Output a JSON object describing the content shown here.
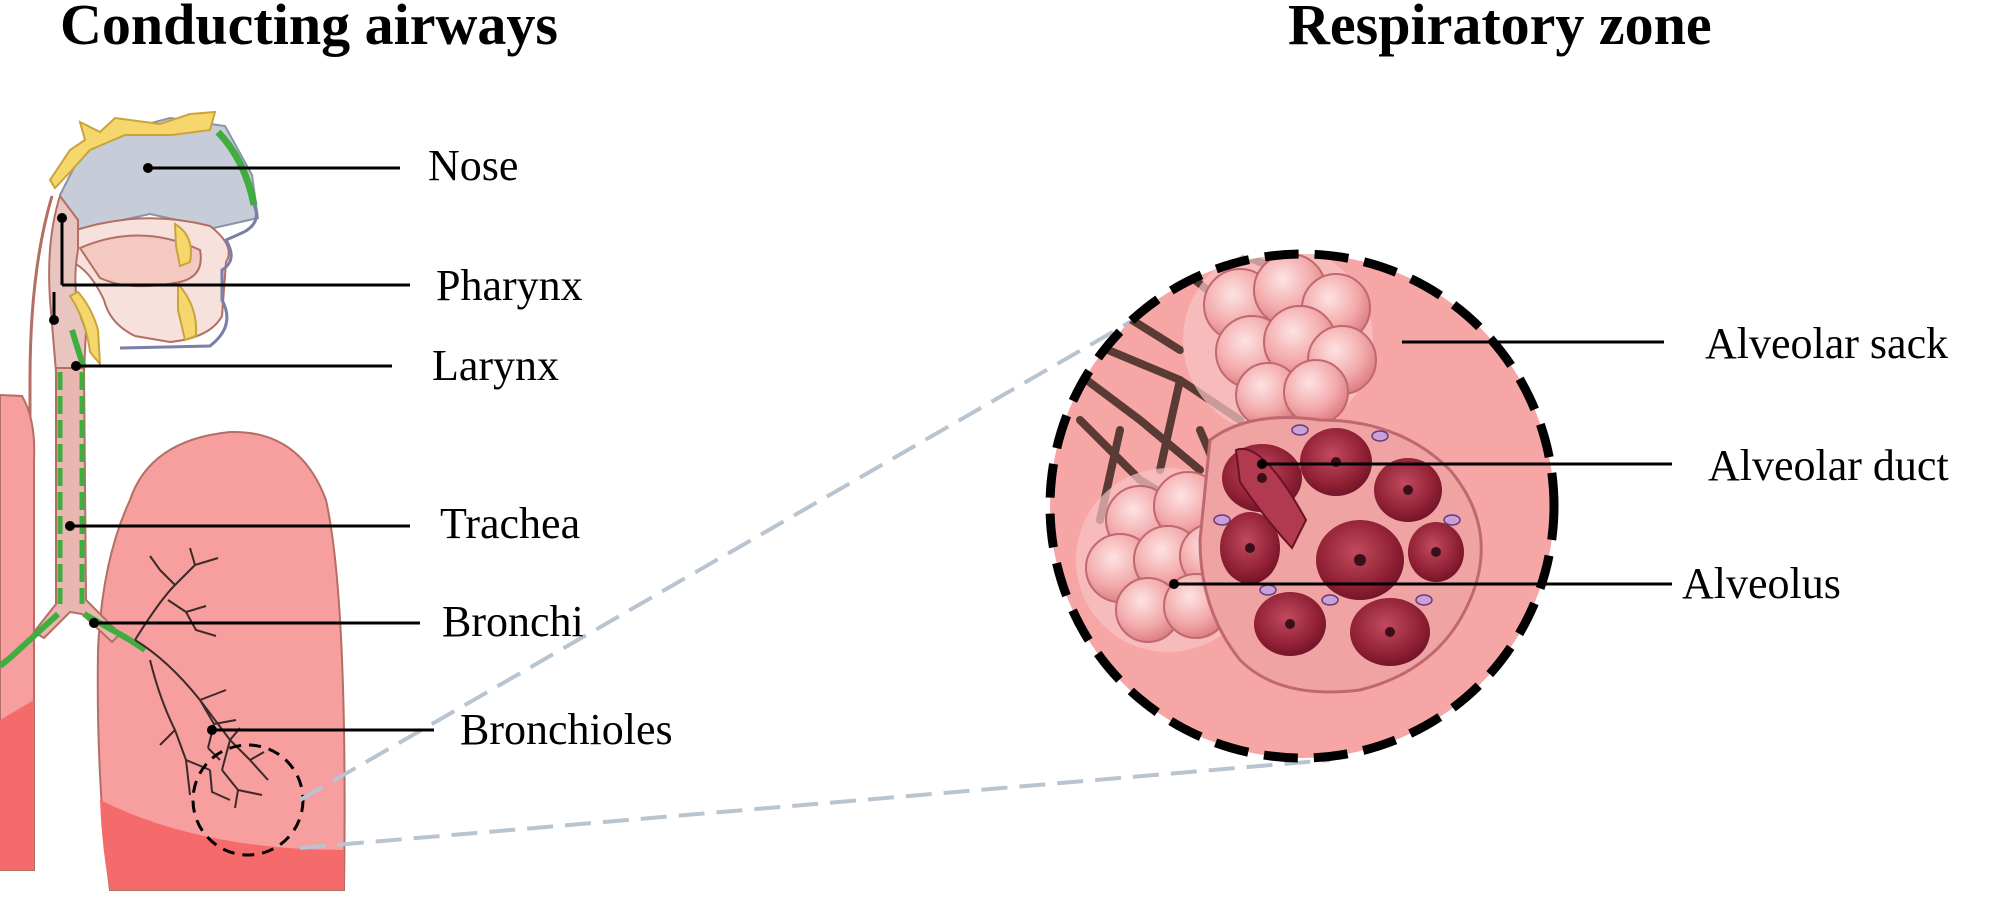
{
  "titles": {
    "left": "Conducting airways",
    "right": "Respiratory zone"
  },
  "labels": {
    "nose": "Nose",
    "pharynx": "Pharynx",
    "larynx": "Larynx",
    "trachea": "Trachea",
    "bronchi": "Bronchi",
    "bronchioles": "Bronchioles",
    "alveolar_sack": "Alveolar sack",
    "alveolar_duct": "Alveolar duct",
    "alveolus": "Alveolus"
  },
  "colors": {
    "lung": "#f79e9e",
    "lung_dark": "#f56a6a",
    "nasal_cavity": "#c6ccd8",
    "bone": "#f5d76e",
    "mucosa": "#3fae3f",
    "alveoli_pink": "#f2a8a8",
    "alveoli_dark": "#8e1f33",
    "zoom_bg": "#f7a6a6",
    "connector": "#b8c4d0"
  }
}
